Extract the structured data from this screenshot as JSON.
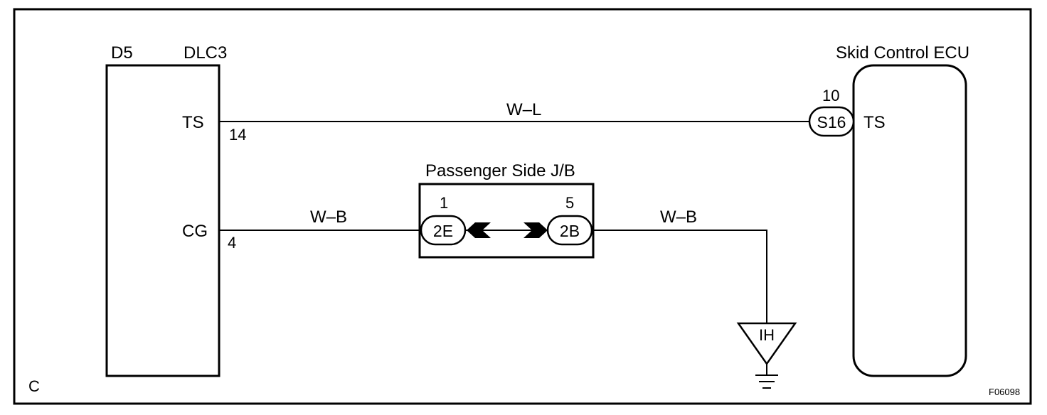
{
  "sheet": {
    "corner_label": "C",
    "figure_id": "F06098"
  },
  "dlc3": {
    "connector_code": "D5",
    "name": "DLC3",
    "pins": [
      {
        "signal": "TS",
        "number": "14"
      },
      {
        "signal": "CG",
        "number": "4"
      }
    ]
  },
  "ecu": {
    "name": "Skid Control ECU",
    "pin_number": "10",
    "connector": "S16",
    "signal": "TS"
  },
  "junction_block": {
    "name": "Passenger Side J/B",
    "left_connector": "2E",
    "left_pin": "1",
    "right_connector": "2B",
    "right_pin": "5"
  },
  "wires": {
    "ts_line": "W–L",
    "cg_line": "W–B",
    "ground_line": "W–B"
  },
  "ground": {
    "code": "IH"
  },
  "colors": {
    "line": "#000000",
    "background": "#ffffff"
  }
}
